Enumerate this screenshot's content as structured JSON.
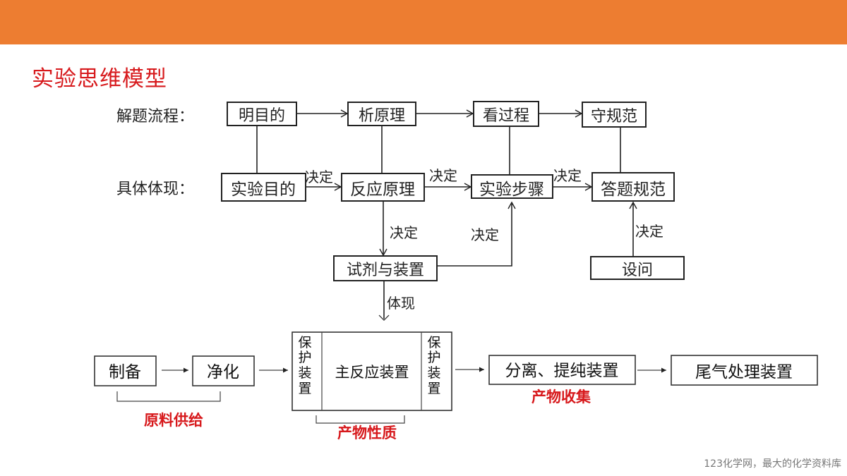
{
  "header": {
    "accent_color": "#ED7D31"
  },
  "title": "实验思维模型",
  "title_color": "#D7191C",
  "flow_top": {
    "row1_label": "解题流程：",
    "row2_label": "具体体现：",
    "row1": [
      "明目的",
      "析原理",
      "看过程",
      "守规范"
    ],
    "row2": [
      "实验目的",
      "反应原理",
      "实验步骤",
      "答题规范"
    ],
    "edge_labels": {
      "purpose_to_principle": "决定",
      "principle_to_steps": "决定",
      "steps_to_norms": "决定",
      "principle_to_reagents": "决定",
      "reagents_to_steps": "决定",
      "question_to_norms": "决定",
      "reagents_down": "体现"
    },
    "reagents_box": "试剂与装置",
    "question_box": "设问"
  },
  "flow_bottom": {
    "prep": "制备",
    "purify": "净化",
    "protect_left": [
      "保",
      "护",
      "装",
      "置"
    ],
    "main_reaction": "主反应装置",
    "protect_right": [
      "保",
      "护",
      "装",
      "置"
    ],
    "separation": "分离、提纯装置",
    "tail_gas": "尾气处理装置",
    "group_labels": {
      "raw_supply": "原料供给",
      "product_property": "产物性质",
      "product_collect": "产物收集"
    }
  },
  "footer": "123化学网，最大的化学资料库"
}
